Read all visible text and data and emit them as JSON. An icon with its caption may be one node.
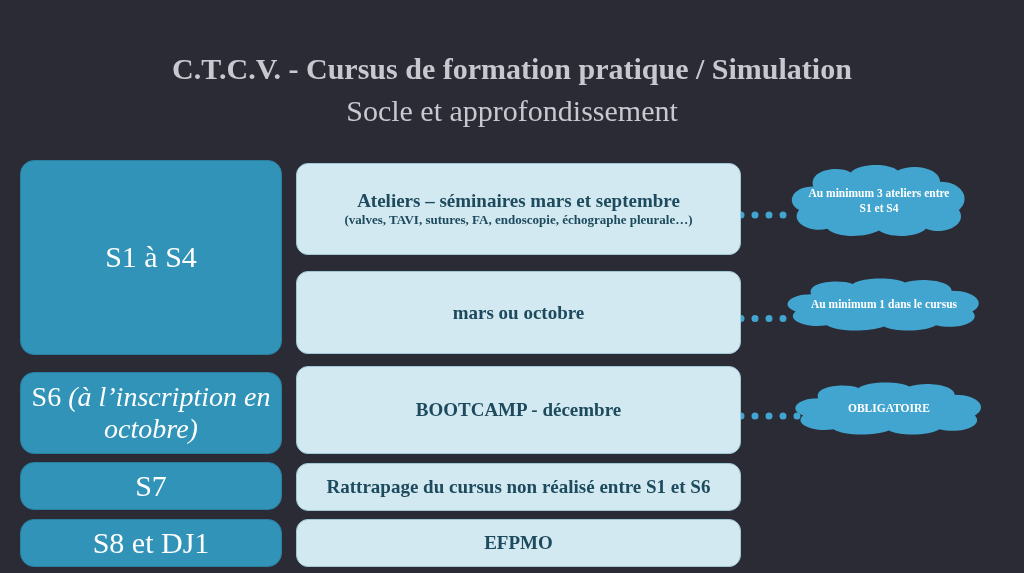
{
  "diagram": {
    "title": "C.T.C.V. - Cursus de formation pratique / Simulation",
    "nodes": [
      {
        "text": [
          "S1 à S4"
        ]
      },
      {
        "text": [
          "Ateliers – séminaires mars et septembre",
          "(valves, TAVI, sutures, FA, endoscopie, échographe pleurale…)"
        ]
      },
      {
        "text": [
          "Au minimum 3 ateliers entre S1 et S4"
        ]
      },
      {
        "text": [
          "mars ou octobre"
        ]
      },
      {
        "text": [
          "Au minimum 1 dans le cursus"
        ]
      },
      {
        "text": [
          "S6 *(à l’inscription en octobre)*"
        ]
      },
      {
        "text": [
          "BOOTCAMP - décembre"
        ]
      },
      {
        "text": [
          "OBLIGATOIRE"
        ]
      },
      {
        "text": [
          "S7"
        ]
      },
      {
        "text": [
          "Rattrapage du cursus non réalisé entre S1 et S6"
        ]
      },
      {
        "text": [
          "S8 et DJ1"
        ]
      },
      {
        "text": [
          "EFPMO"
        ]
      }
    ],
    "edges": [
      {
        "from": 1,
        "to": 2,
        "arrow": "none",
        "style": "dashed"
      },
      {
        "from": 3,
        "to": 4,
        "arrow": "none",
        "style": "dashed"
      },
      {
        "from": 6,
        "to": 7,
        "arrow": "none",
        "style": "dashed"
      }
    ],
    "labels": [
      "Socle et approfondissement"
    ]
  }
}
